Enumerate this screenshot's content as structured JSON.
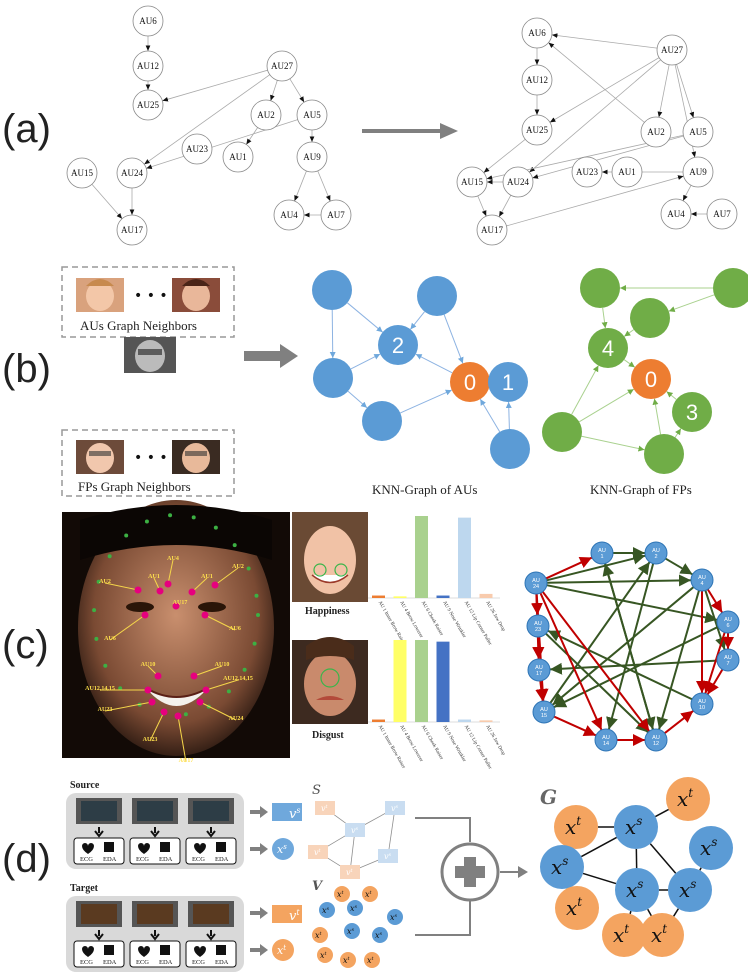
{
  "panels": {
    "a": {
      "label": "(a)",
      "left_nodes": [
        "AU6",
        "AU12",
        "AU25",
        "AU27",
        "AU2",
        "AU5",
        "AU23",
        "AU1",
        "AU9",
        "AU15",
        "AU24",
        "AU4",
        "AU7",
        "AU17"
      ],
      "right_nodes": [
        "AU6",
        "AU12",
        "AU25",
        "AU27",
        "AU2",
        "AU5",
        "AU23",
        "AU1",
        "AU9",
        "AU15",
        "AU24",
        "AU4",
        "AU7",
        "AU17"
      ]
    },
    "b": {
      "label": "(b)",
      "aus_neighbors_caption": "AUs Graph Neighbors",
      "fps_neighbors_caption": "FPs Graph Neighbors",
      "dots": "• • •",
      "aus_graph_caption": "KNN-Graph of AUs",
      "fps_graph_caption": "KNN-Graph of FPs",
      "aus_graph_numbers": [
        "2",
        "0",
        "1"
      ],
      "fps_graph_numbers": [
        "4",
        "0",
        "3"
      ],
      "colors": {
        "blue": "#5b9bd5",
        "orange": "#ed7d31",
        "green": "#70ad47"
      }
    },
    "c": {
      "label": "(c)",
      "face_landmark_labels": [
        "AU4",
        "AU2",
        "AU1",
        "AU2",
        "AU1",
        "AU17",
        "AU6",
        "AU6",
        "AU10",
        "AU10",
        "AU12,14,15",
        "AU12,14,15",
        "AU23",
        "AU24",
        "AU23",
        "AU17"
      ],
      "expressions": [
        "Happiness",
        "Disgust"
      ],
      "bar_categories": [
        "AU 1 Inner Brow Raiser",
        "AU 4 Brow Lowerer",
        "AU 6 Cheek Raiser",
        "AU 9 Nose Wrinkler",
        "AU 12 Lip Corner Puller",
        "AU 26 Jaw Drop"
      ],
      "happiness_values": [
        0.03,
        0.02,
        1.0,
        0.03,
        0.98,
        0.05
      ],
      "disgust_values": [
        0.03,
        1.0,
        1.0,
        0.98,
        0.03,
        0.02
      ],
      "bar_colors": [
        "#ed7d31",
        "#ffff66",
        "#a9d18e",
        "#4472c4",
        "#bdd7ee",
        "#f8cbad"
      ],
      "graph_nodes": [
        "AU 1",
        "AU 2",
        "AU 4",
        "AU 24",
        "AU 6",
        "AU 23",
        "AU 7",
        "AU 17",
        "AU 10",
        "AU 15",
        "AU 14",
        "AU 12"
      ]
    },
    "d": {
      "label": "(d)",
      "source_label": "Source",
      "target_label": "Target",
      "sensor_labels": [
        "ECG",
        "EDA",
        "ECG",
        "EDA",
        "ECG",
        "EDA"
      ],
      "s_label": "S",
      "v_label": "V",
      "g_label": "G",
      "vs_label": "v",
      "vs_sup": "s",
      "vt_sup": "t",
      "x_label": "x",
      "xs_sup": "s",
      "xt_sup": "t",
      "colors": {
        "source": "#5b9bd5",
        "target": "#f4a460"
      }
    }
  }
}
